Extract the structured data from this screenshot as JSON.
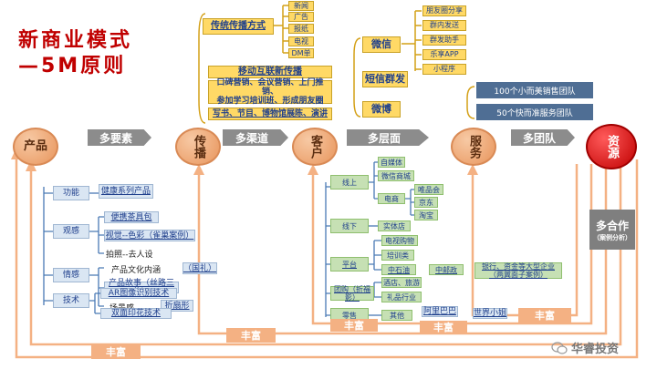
{
  "title": {
    "line1": "新商业模式",
    "line2": "—5M原则"
  },
  "circles": {
    "product": "产品",
    "spread": "传播",
    "customer": "客户",
    "service": "服务",
    "resource": "资源"
  },
  "flow_arrows": [
    "多要素",
    "多渠道",
    "多层面",
    "多团队"
  ],
  "traditional": {
    "header": "传统传播方式",
    "items": [
      "新闻",
      "广告",
      "报纸",
      "电视",
      "DM单"
    ]
  },
  "mobile": {
    "header": "移动互联新传播",
    "desc_line1": "口碑营销、会议营销、上门推销、",
    "desc_line2": "参加学习培训班、形成朋友圈",
    "extra": "写书、节目、博物馆展陈、演讲"
  },
  "channels": {
    "wechat": "微信",
    "sms": "短信群发",
    "weibo": "微博",
    "wechat_items": [
      "朋友圈分享",
      "群内发送",
      "群发助手",
      "乐享APP",
      "小程序"
    ]
  },
  "service_teams": [
    "100个小而美销售团队",
    "50个快而准服务团队"
  ],
  "product_elements": {
    "function": {
      "label": "功能",
      "items": [
        "健康系列产品"
      ]
    },
    "appearance": {
      "label": "观感",
      "items": [
        "便携茶具包",
        "视觉--色彩（雀巢案例）",
        "拍照--去人设"
      ]
    },
    "emotion": {
      "label": "情感",
      "items": [
        "产品文化内涵",
        "（国礼）",
        "产品故事（丝路三绝）",
        "场景感",
        "折扇形"
      ]
    },
    "tech": {
      "label": "技术",
      "items": [
        "AR图像识别技术",
        "双面印花技术"
      ]
    }
  },
  "customer_layers": {
    "online": "线上",
    "online_items": [
      "自媒体",
      "微信商城",
      "电商",
      "唯品会",
      "京东",
      "淘宝"
    ],
    "offline": "线下",
    "offline_items": [
      "实体店"
    ],
    "platform": "平台",
    "platform_items": [
      "电视购物",
      "培训类",
      "中石油",
      "中邮政"
    ],
    "group": "团购（折福影）",
    "group_items": [
      "酒店、旅游",
      "礼品行业"
    ],
    "retail": "零售",
    "retail_items": [
      "其他",
      "阿里巴巴",
      "世界小姐"
    ],
    "bank_note": "银行、资金等大型企业（两翼面子案例）"
  },
  "cooperate": {
    "title": "多合作",
    "sub": "（案例分析）"
  },
  "rich_labels": [
    "丰富",
    "丰富",
    "丰富",
    "丰富",
    "丰富"
  ],
  "watermark": "华睿投资"
}
